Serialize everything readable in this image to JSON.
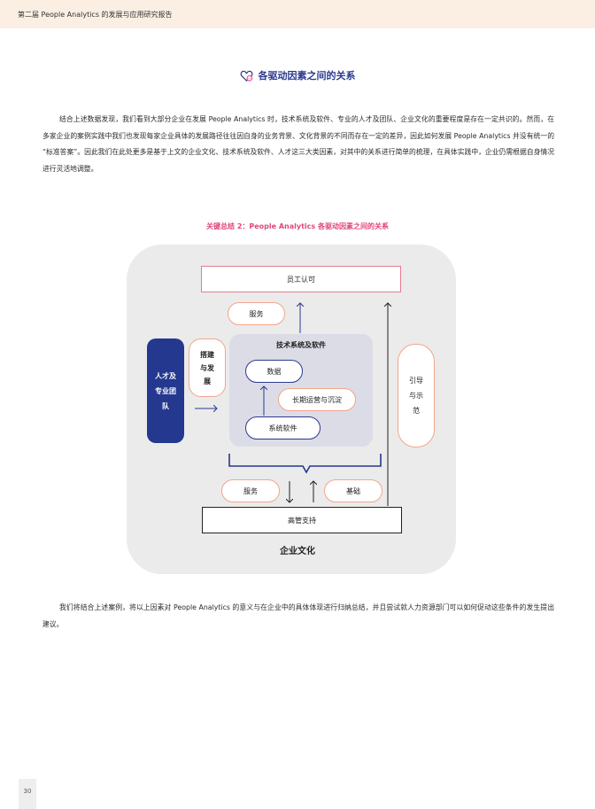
{
  "header": {
    "title": "第二届 People Analytics 的发展与应用研究报告"
  },
  "section": {
    "title": "各驱动因素之间的关系",
    "icon": "heart-chat-icon"
  },
  "paragraphs": {
    "p1": "结合上述数据发现，我们看到大部分企业在发展 People Analytics 时，技术系统及软件、专业的人才及团队、企业文化的重要程度是存在一定共识的。然而，在多家企业的案例实践中我们也发现每家企业具体的发展路径往往因自身的业务背景、文化背景的不同而存在一定的差异，因此如何发展 People Analytics 并没有统一的 “标准答案”。因此我们在此处更多是基于上文的企业文化、技术系统及软件、人才这三大类因素，对其中的关系进行简单的梳理，在具体实践中，企业仍需根据自身情况进行灵活地调整。",
    "p2": "我们将结合上述案例，将以上因素对 People Analytics 的意义与在企业中的具体体现进行归纳总结，并且尝试就人力资源部门可以如何促动这些条件的发生提出建议。"
  },
  "figure": {
    "caption": "关键总结 2：People Analytics 各驱动因素之间的关系",
    "employee_recognition": "员工认可",
    "service_top": "服务",
    "talent_team": "人才及专业团队",
    "build_develop": "搭建与发展",
    "tech_systems": "技术系统及软件",
    "data": "数据",
    "long_term_ops": "长期运营与沉淀",
    "system_software": "系统软件",
    "guide_model": "引导与示范",
    "service_bottom": "服务",
    "foundation": "基础",
    "executive_support": "高管支持",
    "corporate_culture": "企业文化"
  },
  "colors": {
    "navy": "#23388e",
    "accent_pink": "#e0467a",
    "peach_border": "#f3a58a",
    "header_bg": "#fbefe3"
  },
  "page": {
    "number": "30"
  }
}
